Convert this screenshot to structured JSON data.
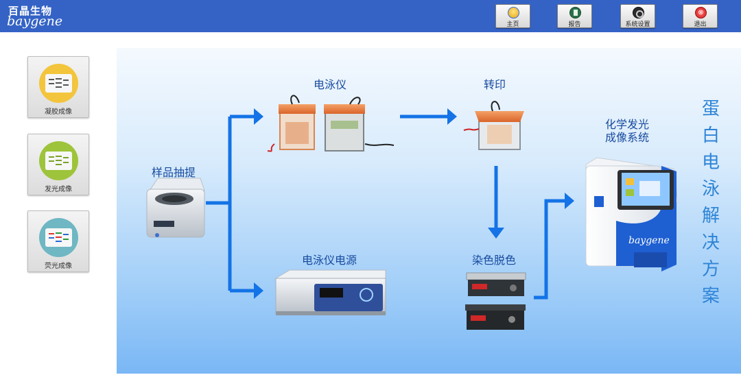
{
  "brand": {
    "name_cn": "百晶生物",
    "name_en": "baygene"
  },
  "toolbar": [
    {
      "id": "home",
      "label": "主页",
      "icon": "home-icon"
    },
    {
      "id": "report",
      "label": "报告",
      "icon": "report-icon"
    },
    {
      "id": "settings",
      "label": "系统设置",
      "icon": "settings-icon"
    },
    {
      "id": "exit",
      "label": "退出",
      "icon": "exit-icon"
    }
  ],
  "side_menu": [
    {
      "label": "凝胶成像",
      "icon": "gel-imaging-icon",
      "color": "#f3c53c"
    },
    {
      "label": "发光成像",
      "icon": "luminescence-imaging-icon",
      "color": "#9ec43b"
    },
    {
      "label": "荧光成像",
      "icon": "fluorescence-imaging-icon",
      "color": "#6eb7c3"
    }
  ],
  "workflow": {
    "title": "蛋白电泳解决方案",
    "steps": {
      "sample": "样品抽提",
      "electrophoresis": "电泳仪",
      "power": "电泳仪电源",
      "transfer": "转印",
      "stain": "染色脱色",
      "imaging_line1": "化学发光",
      "imaging_line2": "成像系统"
    },
    "device_brand": "baygene"
  },
  "colors": {
    "header": "#3563c5",
    "arrow": "#1473e6",
    "title": "#2e84d6",
    "label": "#174a9e"
  }
}
